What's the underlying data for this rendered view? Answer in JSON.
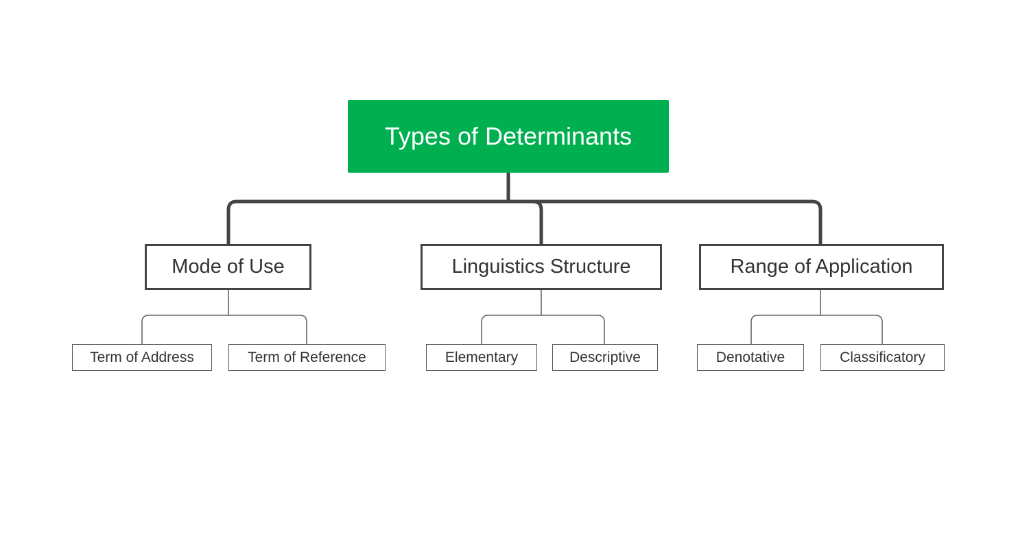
{
  "colors": {
    "root_fill": "#00b050",
    "root_text": "#ffffff",
    "node_text": "#333333",
    "connector_main": "#444444",
    "connector_sub": "#666666"
  },
  "root": {
    "label": "Types of Determinants"
  },
  "categories": [
    {
      "label": "Mode of Use",
      "children": [
        {
          "label": "Term of Address"
        },
        {
          "label": "Term of Reference"
        }
      ]
    },
    {
      "label": "Linguistics Structure",
      "children": [
        {
          "label": "Elementary"
        },
        {
          "label": "Descriptive"
        }
      ]
    },
    {
      "label": "Range of Application",
      "children": [
        {
          "label": "Denotative"
        },
        {
          "label": "Classificatory"
        }
      ]
    }
  ]
}
